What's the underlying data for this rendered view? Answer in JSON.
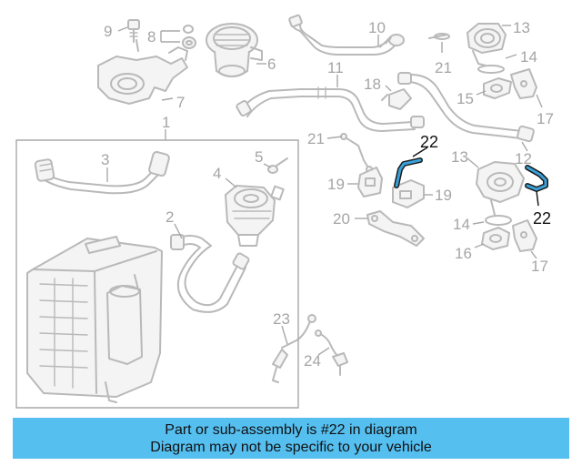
{
  "diagram": {
    "callouts": [
      "1",
      "2",
      "3",
      "4",
      "5",
      "6",
      "7",
      "8",
      "9",
      "10",
      "11",
      "12",
      "13",
      "13",
      "14",
      "14",
      "15",
      "16",
      "17",
      "17",
      "18",
      "19",
      "19",
      "20",
      "21",
      "21",
      "22",
      "22",
      "23",
      "24"
    ]
  },
  "banner": {
    "line1": "Part or sub-assembly is #22 in diagram",
    "line2": "Diagram may not be specific to your vehicle"
  },
  "colors": {
    "banner_background": "#55bff0",
    "highlight_part": "#3aa0d8",
    "line_art": "#b9b9b9"
  }
}
